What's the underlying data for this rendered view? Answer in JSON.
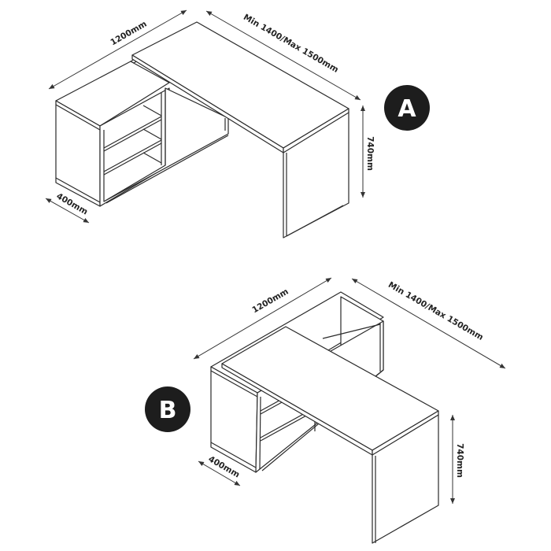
{
  "variant_a": {
    "badge": "A",
    "width_label": "1200mm",
    "length_label": "Min 1400/Max 1500mm",
    "depth_label": "400mm",
    "height_label": "740mm"
  },
  "variant_b": {
    "badge": "B",
    "width_label": "1200mm",
    "length_label": "Min 1400/Max 1500mm",
    "depth_label": "400mm",
    "height_label": "740mm"
  }
}
